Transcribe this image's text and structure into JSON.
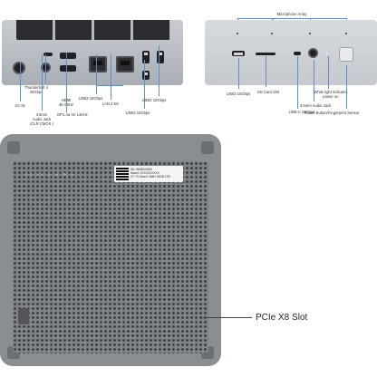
{
  "rear_labels": {
    "ac_in": "AC IN",
    "thunderbolt": "Thunderbolt 4\n40Gbps",
    "audio": "3.5mm\nAudio Jack\n(CLR CMOS )",
    "hdmi": "HDMI\n4K 60Hz",
    "dp": "DP1.4a 4K 144Hz",
    "usb3_left": "USB3 10Gbps",
    "lan": "LAN 2.5G",
    "usb3_bottom": "USB3 10Gbps",
    "usb2": "USB2 10Gbps"
  },
  "front_labels": {
    "mic": "Microphone Array",
    "usb3": "USB3 10Gbps",
    "sd": "SD Card Slot",
    "usbc": "USB-C 10Gbps",
    "audio": "3.5mm Audio Jack",
    "white_light": "White light indicates\npower on",
    "power": "Power Button/Fingerprint Sensor"
  },
  "sticker": {
    "line1": "SN: 5608000000",
    "line2": "Model: XXXXXXXXXX",
    "line3": "G7 7S Ultra 9 285H 32GB 1TB"
  },
  "cert_text": "CE FC X ⊕ ♻ ⚠",
  "pcie_label": "PCIe X8 Slot"
}
